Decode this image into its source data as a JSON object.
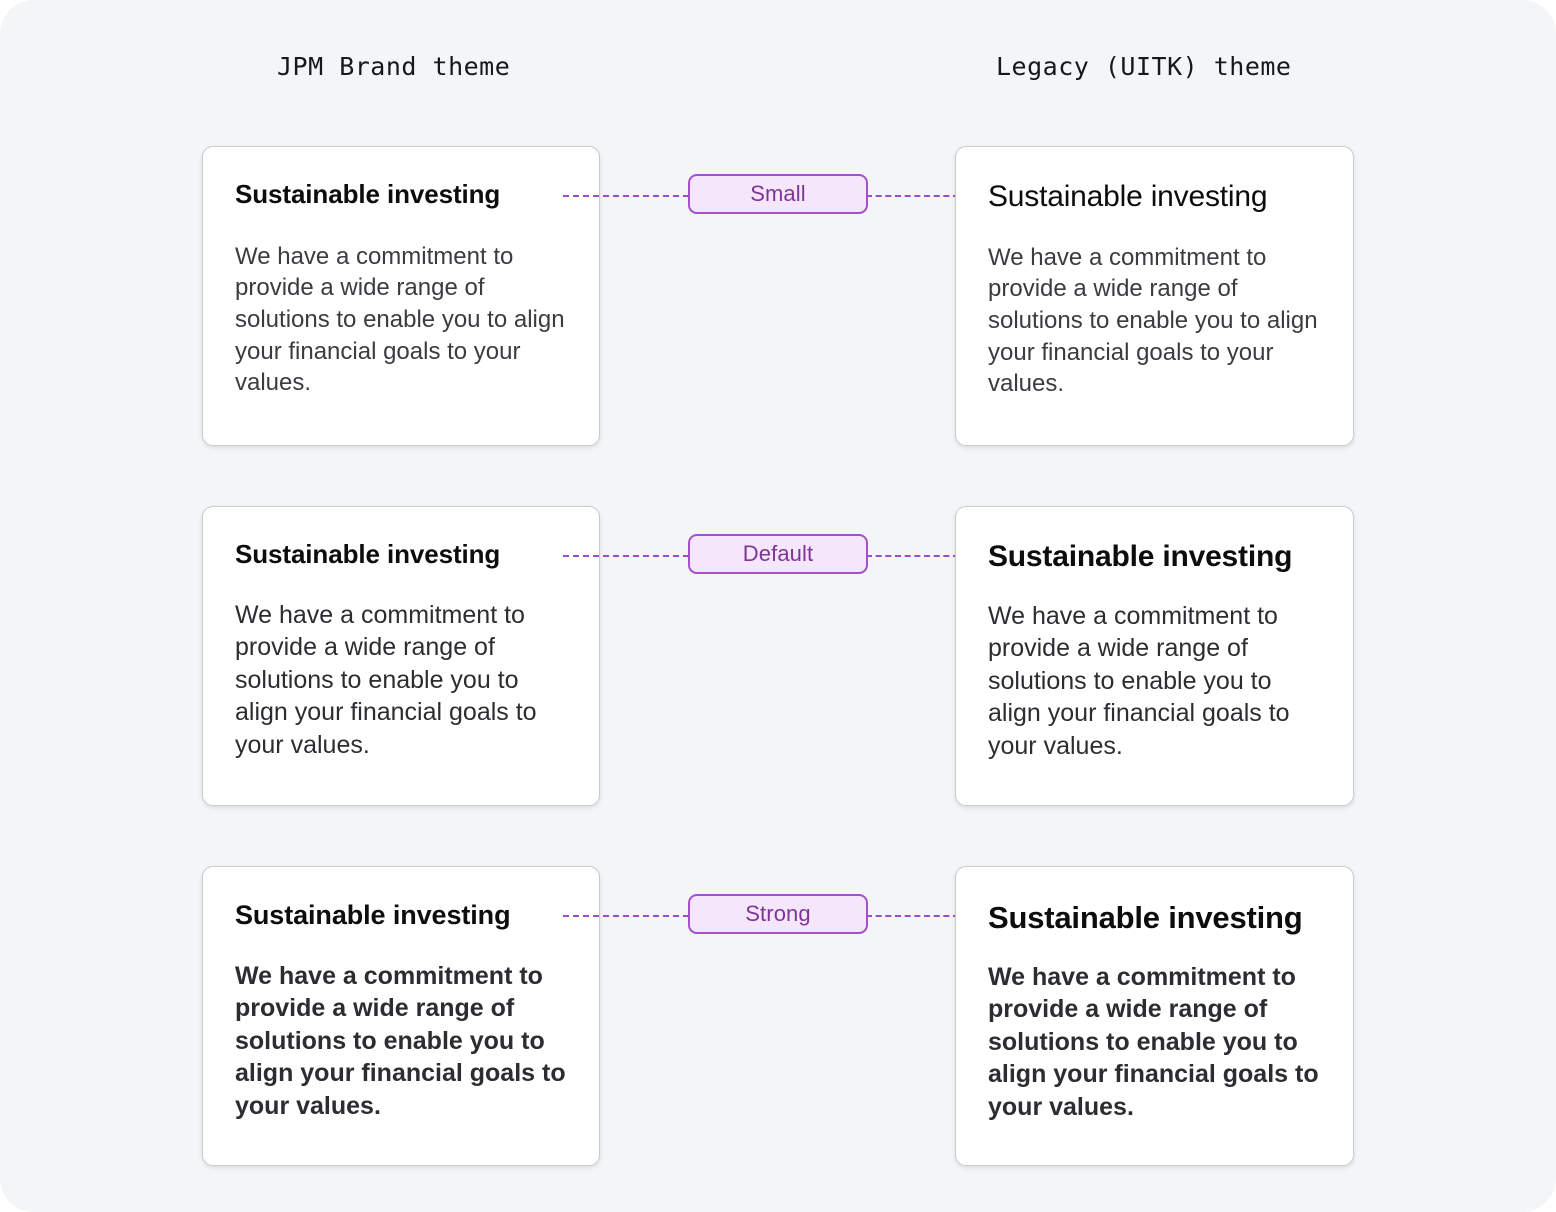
{
  "page": {
    "background_color": "#f4f5f7",
    "accent_color": "#9b4dca",
    "badge_fill_color": "#f6e6fc",
    "badge_border_color": "#a34fce",
    "badge_text_color": "#7e3597",
    "card_background_color": "#ffffff",
    "card_border_color": "#c9cbce"
  },
  "columns": {
    "left_header": "JPM Brand theme",
    "right_header": "Legacy (UITK) theme"
  },
  "shared": {
    "card_title": "Sustainable investing",
    "card_body": "We have a commitment to provide a wide range of solutions to enable you to align your financial goals to your values."
  },
  "rows": [
    {
      "badge_label": "Small",
      "left": {
        "title": "Sustainable investing",
        "body": "We have a commitment to provide a wide range of solutions to enable you to align your financial goals to your values."
      },
      "right": {
        "title": "Sustainable investing",
        "body": "We have a commitment to provide a wide range of solutions to enable you to align your financial goals to your values."
      }
    },
    {
      "badge_label": "Default",
      "left": {
        "title": "Sustainable investing",
        "body": "We have a commitment to provide a wide range of solutions to enable you to align your financial goals to your values."
      },
      "right": {
        "title": "Sustainable investing",
        "body": "We have a commitment to provide a wide range of solutions to enable you to align your financial goals to your values."
      }
    },
    {
      "badge_label": "Strong",
      "left": {
        "title": "Sustainable investing",
        "body": "We have a commitment to provide a wide range of solutions to enable you to align your financial goals to your values."
      },
      "right": {
        "title": "Sustainable investing",
        "body": "We have a commitment to provide a wide range of solutions to enable you to align your financial goals to your values."
      }
    }
  ]
}
